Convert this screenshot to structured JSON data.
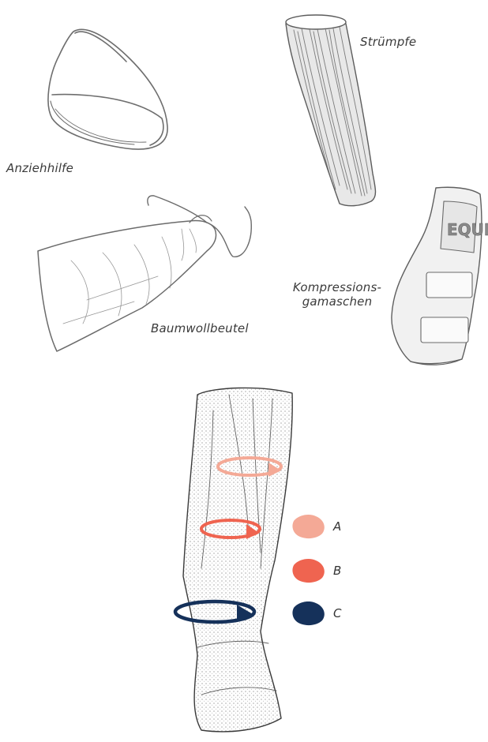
{
  "items": {
    "pulling_aid": "Anziehhilfe",
    "stockings": "Strümpfe",
    "cotton_bag": "Baumwollbeutel",
    "compression_boots_line1": "Kompressions-",
    "compression_boots_line2": "gamaschen",
    "brand_mark": "EQUI"
  },
  "legend": [
    {
      "label": "A",
      "color": "#f4a996"
    },
    {
      "label": "B",
      "color": "#ef6450"
    },
    {
      "label": "C",
      "color": "#15315a"
    }
  ]
}
